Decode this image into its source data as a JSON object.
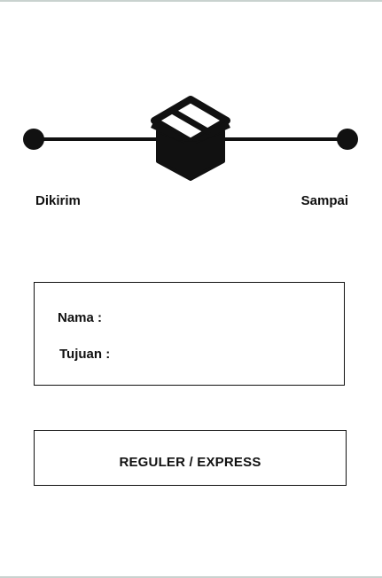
{
  "tracking": {
    "start_label": "Dikirim",
    "end_label": "Sampai",
    "package_icon": "package-box-icon"
  },
  "shipment": {
    "name_label": "Nama :",
    "destination_label": "Tujuan :"
  },
  "service": {
    "label": "REGULER / EXPRESS"
  },
  "colors": {
    "ink": "#111111",
    "background": "#ffffff",
    "rule": "#c9d2cf"
  }
}
